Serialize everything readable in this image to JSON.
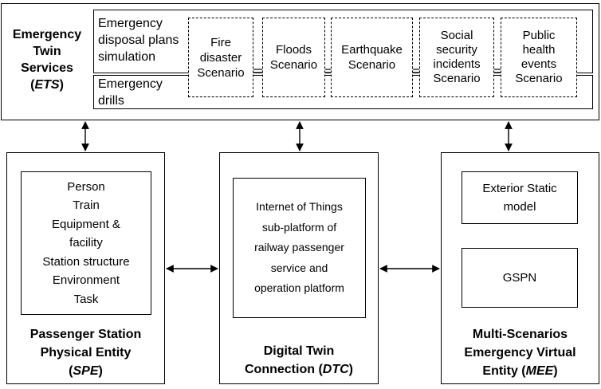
{
  "ets": {
    "title_lines": [
      "Emergency",
      "Twin",
      "Services"
    ],
    "abbr": "ETS",
    "plans_lines": [
      "Emergency",
      "disposal plans",
      "simulation"
    ],
    "drills_lines": [
      "Emergency",
      "drills"
    ],
    "scenarios": [
      {
        "lines": [
          "Fire",
          "disaster",
          "Scenario"
        ]
      },
      {
        "lines": [
          "Floods",
          "Scenario"
        ]
      },
      {
        "lines": [
          "Earthquake",
          "Scenario"
        ]
      },
      {
        "lines": [
          "Social",
          "security",
          "incidents",
          "Scenario"
        ]
      },
      {
        "lines": [
          "Public",
          "health",
          "events",
          "Scenario"
        ]
      }
    ]
  },
  "spe": {
    "items": [
      "Person",
      "Train",
      "Equipment &",
      "facility",
      "Station structure",
      "Environment",
      "Task"
    ],
    "title_lines": [
      "Passenger Station",
      "Physical Entity"
    ],
    "abbr": "SPE"
  },
  "dtc": {
    "inner_lines": [
      "Internet of Things",
      "sub-platform of",
      "railway passenger",
      "service and",
      "operation platform"
    ],
    "title_line1": "Digital Twin",
    "title_line2_prefix": "Connection (",
    "abbr": "DTC",
    "title_line2_suffix": ")"
  },
  "mee": {
    "box1_lines": [
      "Exterior Static",
      "model"
    ],
    "box2": "GSPN",
    "title_lines": [
      "Multi-Scenarios",
      "Emergency Virtual"
    ],
    "title_line3_prefix": "Entity (",
    "abbr": "MEE",
    "title_line3_suffix": ")"
  }
}
